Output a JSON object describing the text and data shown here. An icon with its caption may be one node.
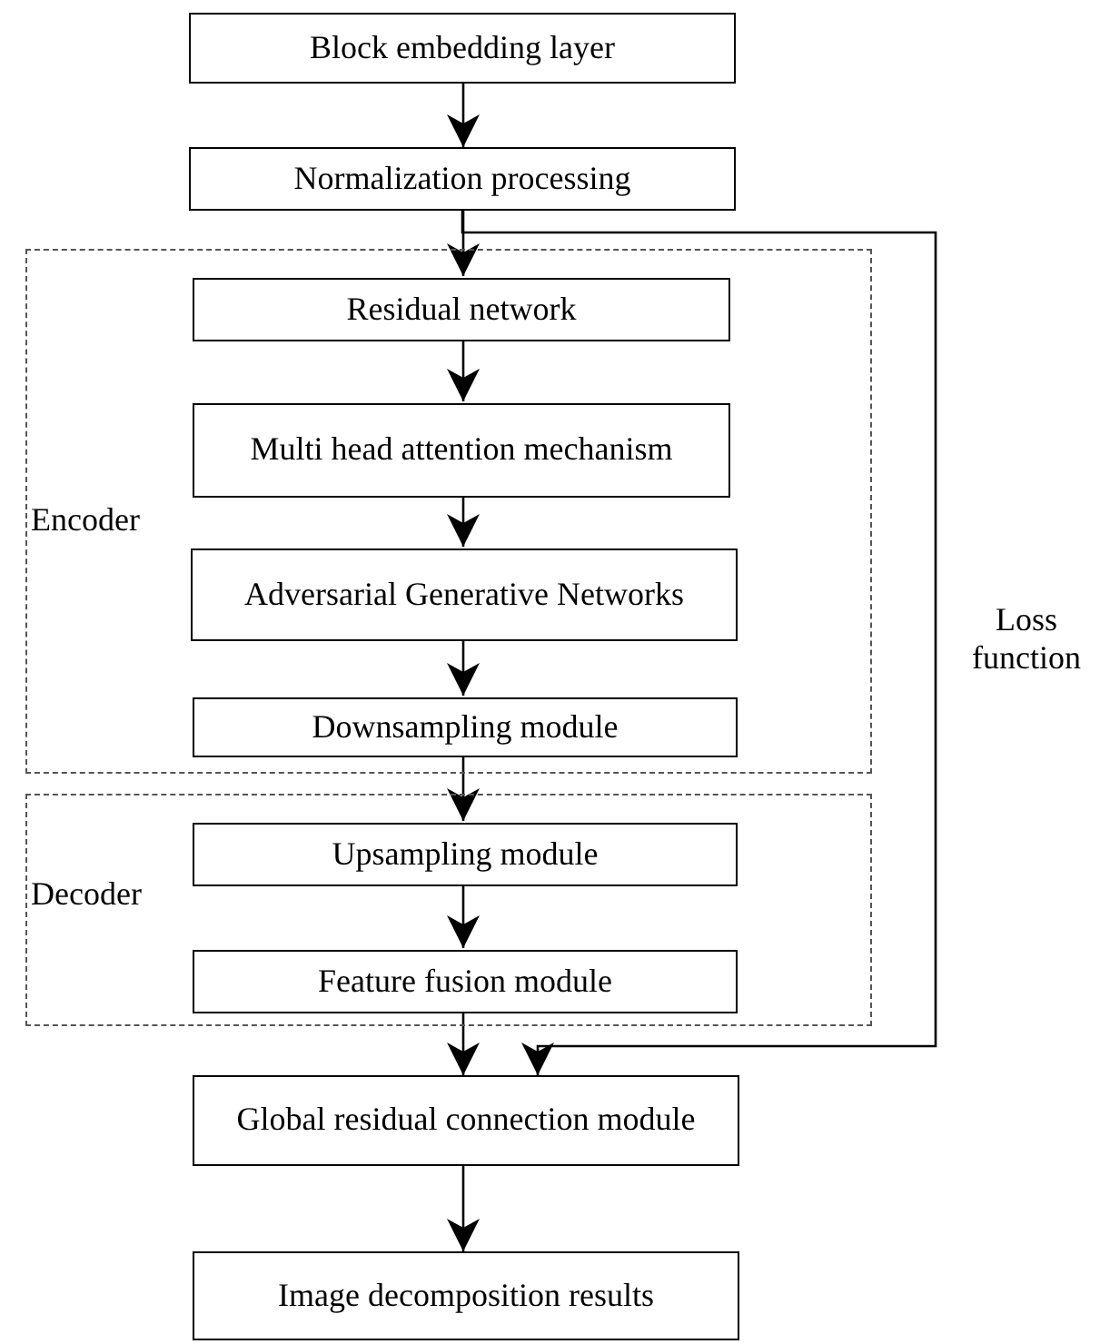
{
  "diagram": {
    "nodes": [
      {
        "text": [
          "Block embedding layer"
        ]
      },
      {
        "text": [
          "Normalization processing"
        ]
      },
      {
        "text": [
          "Encoder"
        ]
      },
      {
        "text": [
          "Residual network"
        ],
        "in": 2
      },
      {
        "text": [
          "Multi head attention mechanism"
        ],
        "in": 2
      },
      {
        "text": [
          "Adversarial Generative Networks"
        ],
        "in": 2
      },
      {
        "text": [
          "Downsampling module"
        ],
        "in": 2
      },
      {
        "text": [
          "Decoder"
        ]
      },
      {
        "text": [
          "Upsampling module"
        ],
        "in": 7
      },
      {
        "text": [
          "Feature fusion module"
        ],
        "in": 7
      },
      {
        "text": [
          "Global residual connection module"
        ]
      },
      {
        "text": [
          "Image decomposition results"
        ]
      }
    ],
    "edges": [
      {
        "from": 0,
        "to": 1,
        "arrow": "to"
      },
      {
        "from": 1,
        "to": 3,
        "arrow": "to"
      },
      {
        "from": 3,
        "to": 4,
        "arrow": "to"
      },
      {
        "from": 4,
        "to": 5,
        "arrow": "to"
      },
      {
        "from": 5,
        "to": 6,
        "arrow": "to"
      },
      {
        "from": 6,
        "to": 8,
        "arrow": "to"
      },
      {
        "from": 8,
        "to": 9,
        "arrow": "to"
      },
      {
        "from": 9,
        "to": 10,
        "arrow": "to"
      },
      {
        "from": 1,
        "to": 10,
        "arrow": "to",
        "label": "Loss function"
      },
      {
        "from": 10,
        "to": 11,
        "arrow": "to"
      }
    ]
  }
}
